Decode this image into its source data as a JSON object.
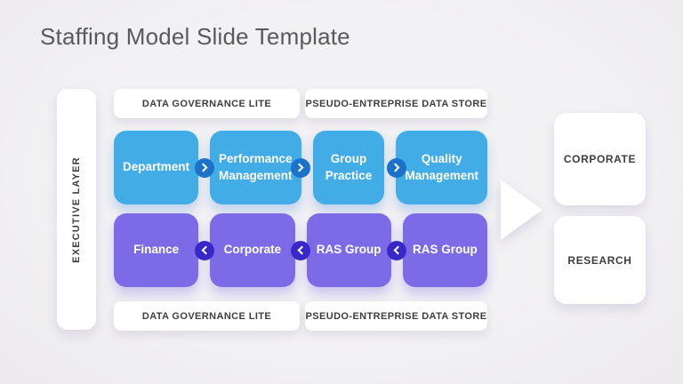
{
  "title": "Staffing Model Slide Template",
  "colors": {
    "background": "#f2f1f3",
    "title_text": "#595a5c",
    "label_text": "#3e3e3e",
    "card_bg": "#ffffff",
    "blue_box": "#42ace6",
    "blue_connector": "#1b72c8",
    "purple_box": "#7c6ae6",
    "purple_connector": "#3928c9"
  },
  "executive_layer": {
    "label": "EXECUTIVE LAYER"
  },
  "top_labels": [
    "DATA GOVERNANCE LITE",
    "PSEUDO-ENTREPRISE DATA STORE"
  ],
  "bottom_labels": [
    "DATA GOVERNANCE LITE",
    "PSEUDO-ENTREPRISE DATA STORE"
  ],
  "flow_rows": [
    {
      "direction": "right",
      "items": [
        "Department",
        "Performance Management",
        "Group Practice",
        "Quality Management"
      ]
    },
    {
      "direction": "left",
      "items": [
        "Finance",
        "Corporate",
        "RAS Group",
        "RAS Group"
      ]
    }
  ],
  "outputs": [
    "CORPORATE",
    "RESEARCH"
  ]
}
